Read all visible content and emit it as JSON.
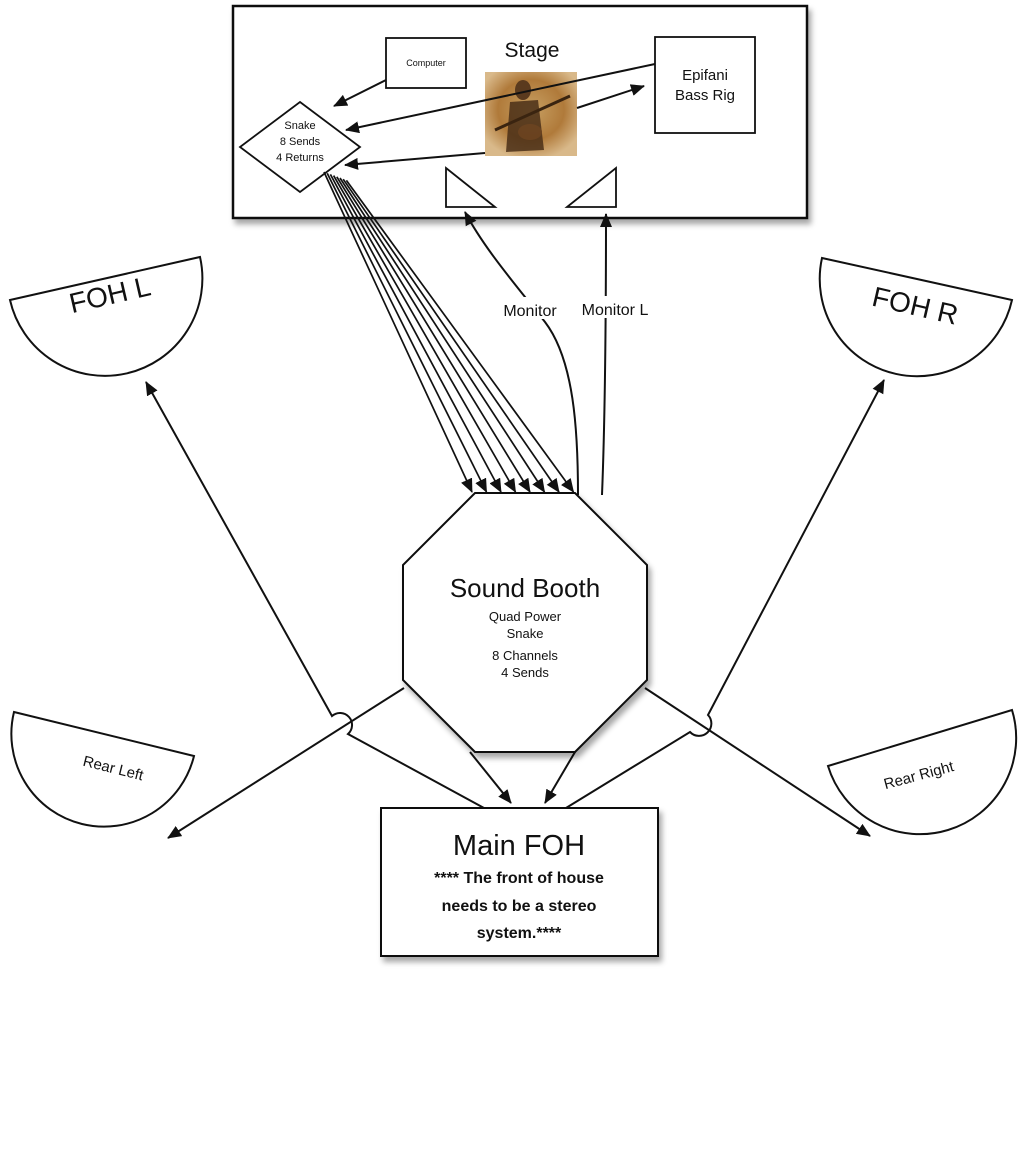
{
  "stage": {
    "title": "Stage",
    "computer": "Computer",
    "snake_lines": [
      "Snake",
      "8 Sends",
      "4  Returns"
    ],
    "bass_rig_lines": [
      "Epifani",
      "Bass Rig"
    ]
  },
  "monitors": {
    "left_label": "Monitor",
    "right_label": "Monitor L"
  },
  "speakers": {
    "foh_left": "FOH L",
    "foh_right": "FOH R",
    "rear_left": "Rear Left",
    "rear_right": "Rear Right"
  },
  "booth": {
    "title": "Sound Booth",
    "details": [
      "Quad Power",
      "Snake",
      "8 Channels",
      "4 Sends"
    ]
  },
  "main_foh": {
    "title": "Main FOH",
    "note_lines": [
      "**** The front of house",
      "needs to be a stereo",
      "system.****"
    ]
  },
  "colors": {
    "line": "#111111",
    "shape_fill": "#ffffff",
    "shadow": "#9a9a9a",
    "photo_tone": "#b07a3a"
  }
}
